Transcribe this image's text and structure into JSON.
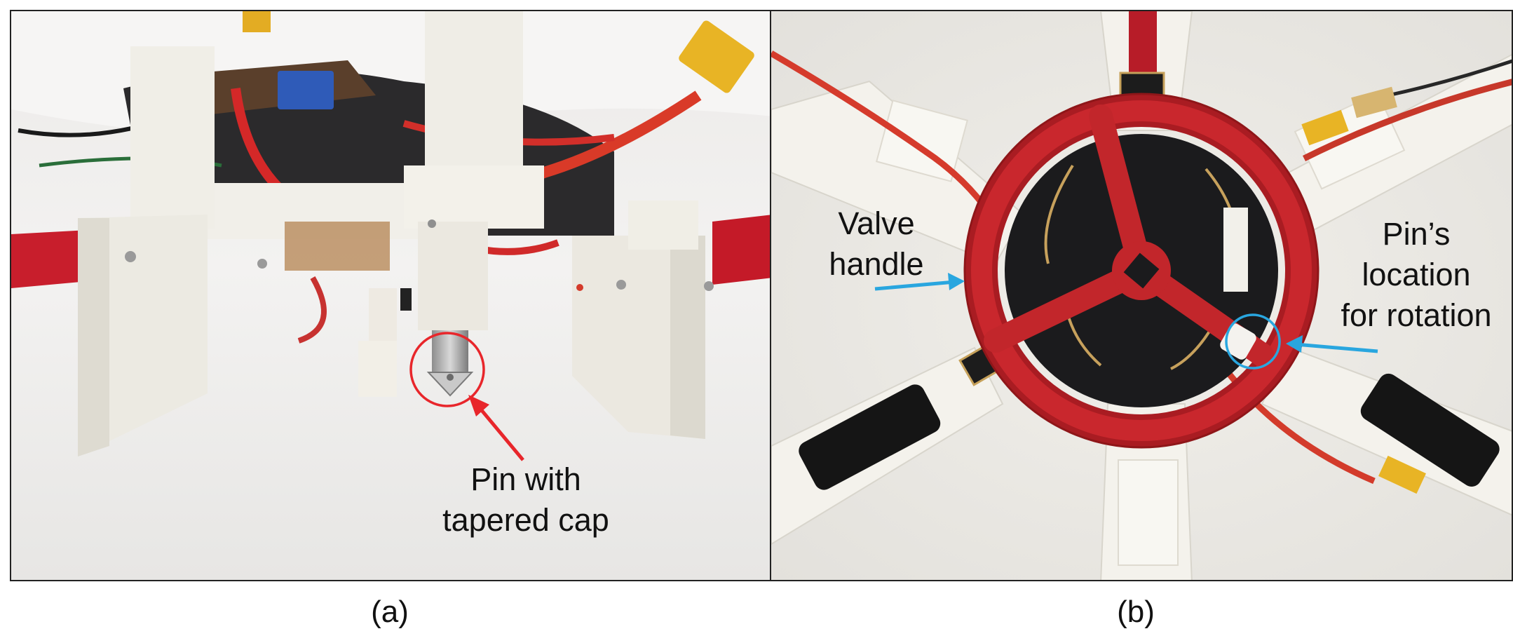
{
  "panels": [
    {
      "caption": "(a)",
      "annotations": [
        {
          "text": "Pin with\ntapered cap",
          "color": "#e8262b"
        }
      ]
    },
    {
      "caption": "(b)",
      "annotations": [
        {
          "text": "Valve\nhandle",
          "color": "#29a6df"
        },
        {
          "text": "Pin’s\nlocation\nfor rotation",
          "color": "#29a6df"
        }
      ]
    }
  ]
}
